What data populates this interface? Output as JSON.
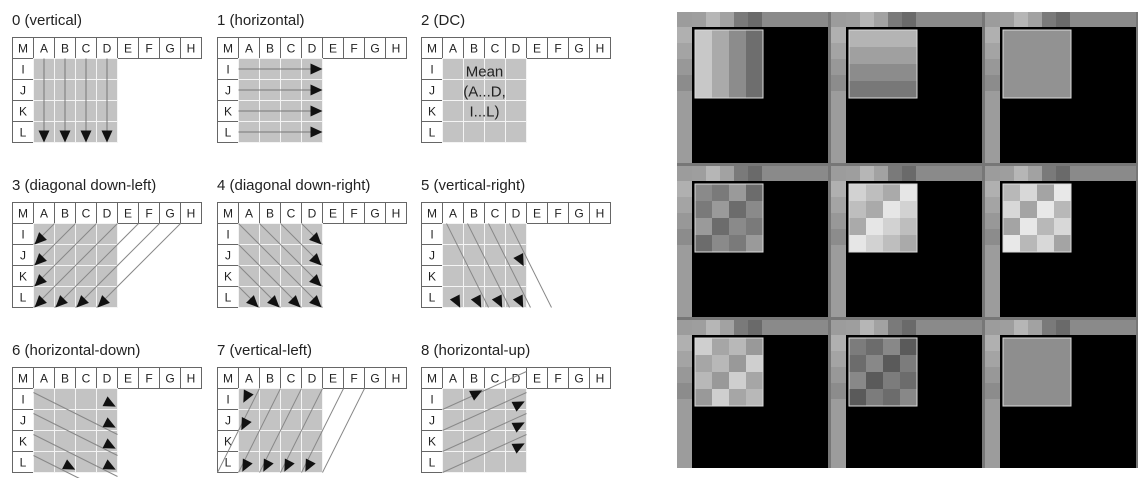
{
  "grid_letters": {
    "top": [
      "M",
      "A",
      "B",
      "C",
      "D",
      "E",
      "F",
      "G",
      "H"
    ],
    "left": [
      "I",
      "J",
      "K",
      "L"
    ]
  },
  "modes": [
    {
      "title": "0 (vertical)",
      "kind": "vertical"
    },
    {
      "title": "1 (horizontal)",
      "kind": "horizontal"
    },
    {
      "title": "2 (DC)",
      "kind": "dc",
      "label_lines": [
        "Mean",
        "(A...D,",
        "I...L)"
      ]
    },
    {
      "title": "3 (diagonal down-left)",
      "kind": "ddl"
    },
    {
      "title": "4 (diagonal down-right)",
      "kind": "ddr"
    },
    {
      "title": "5 (vertical-right)",
      "kind": "vr"
    },
    {
      "title": "6 (horizontal-down)",
      "kind": "hd"
    },
    {
      "title": "7 (vertical-left)",
      "kind": "vl"
    },
    {
      "title": "8 (horizontal-up)",
      "kind": "hu"
    }
  ],
  "prediction_panels": {
    "count": 9,
    "background_color": "#000000",
    "block_colors": [
      [
        "#c8c8c8",
        "#aaaaaa",
        "#8c8c8c",
        "#6e6e6e"
      ],
      [
        "#b4b4b4",
        "#a0a0a0",
        "#8c8c8c",
        "#787878"
      ],
      [
        "#929292"
      ],
      [
        "#8a8a8a",
        "#7a7a7a",
        "#9a9a9a",
        "#6c6c6c"
      ],
      [
        "#d2d2d2",
        "#bebebe",
        "#aaaaaa",
        "#e6e6e6"
      ],
      [
        "#b8b8b8",
        "#d8d8d8",
        "#a4a4a4",
        "#e8e8e8"
      ],
      [
        "#cfcfcf",
        "#a6a6a6",
        "#b8b8b8",
        "#999999"
      ],
      [
        "#7c7c7c",
        "#6c6c6c",
        "#888888",
        "#5a5a5a"
      ],
      [
        "#8e8e8e"
      ]
    ]
  }
}
